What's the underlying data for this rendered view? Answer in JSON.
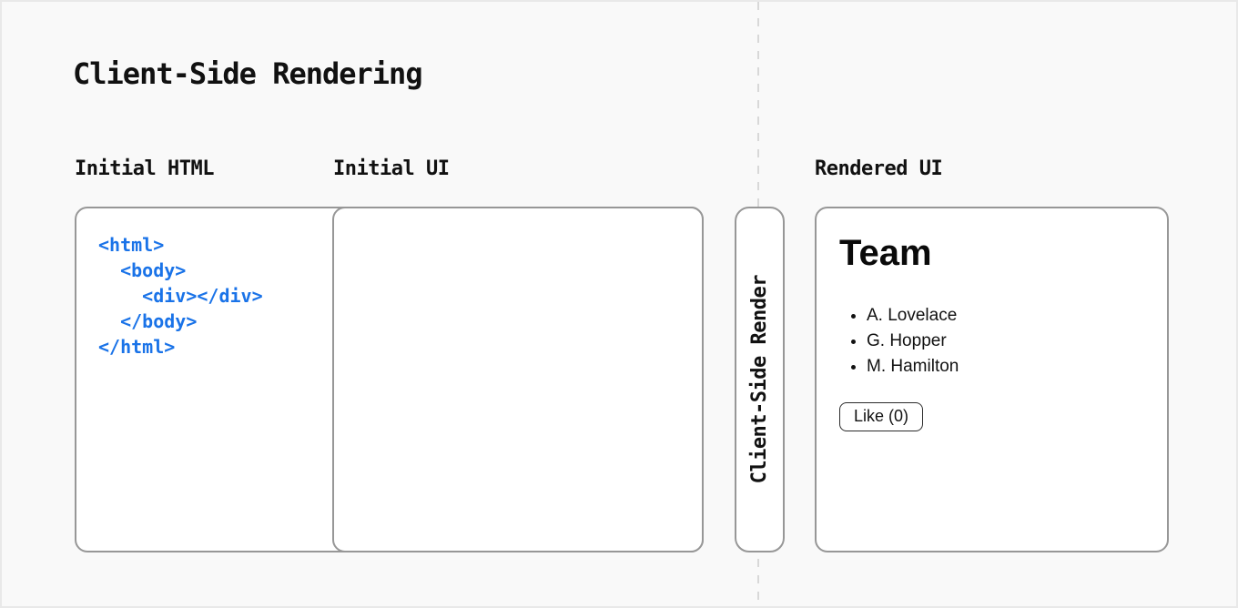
{
  "title": "Client-Side Rendering",
  "labels": {
    "initial_html": "Initial HTML",
    "initial_ui": "Initial UI",
    "rendered_ui": "Rendered UI"
  },
  "code_panel": {
    "code": "<html>\n  <body>\n    <div></div>\n  </body>\n</html>"
  },
  "transform_pill": {
    "label": "Client-Side Render"
  },
  "rendered_panel": {
    "heading": "Team",
    "members": [
      "A. Lovelace",
      "G. Hopper",
      "M. Hamilton"
    ],
    "like_button_label": "Like (0)"
  },
  "colors": {
    "code_blue": "#1a73e8",
    "panel_border": "#979797",
    "dashed_line": "#d8d8d8",
    "background": "#f9f9f9",
    "frame_border": "#e9e9e9",
    "text": "#111111"
  }
}
